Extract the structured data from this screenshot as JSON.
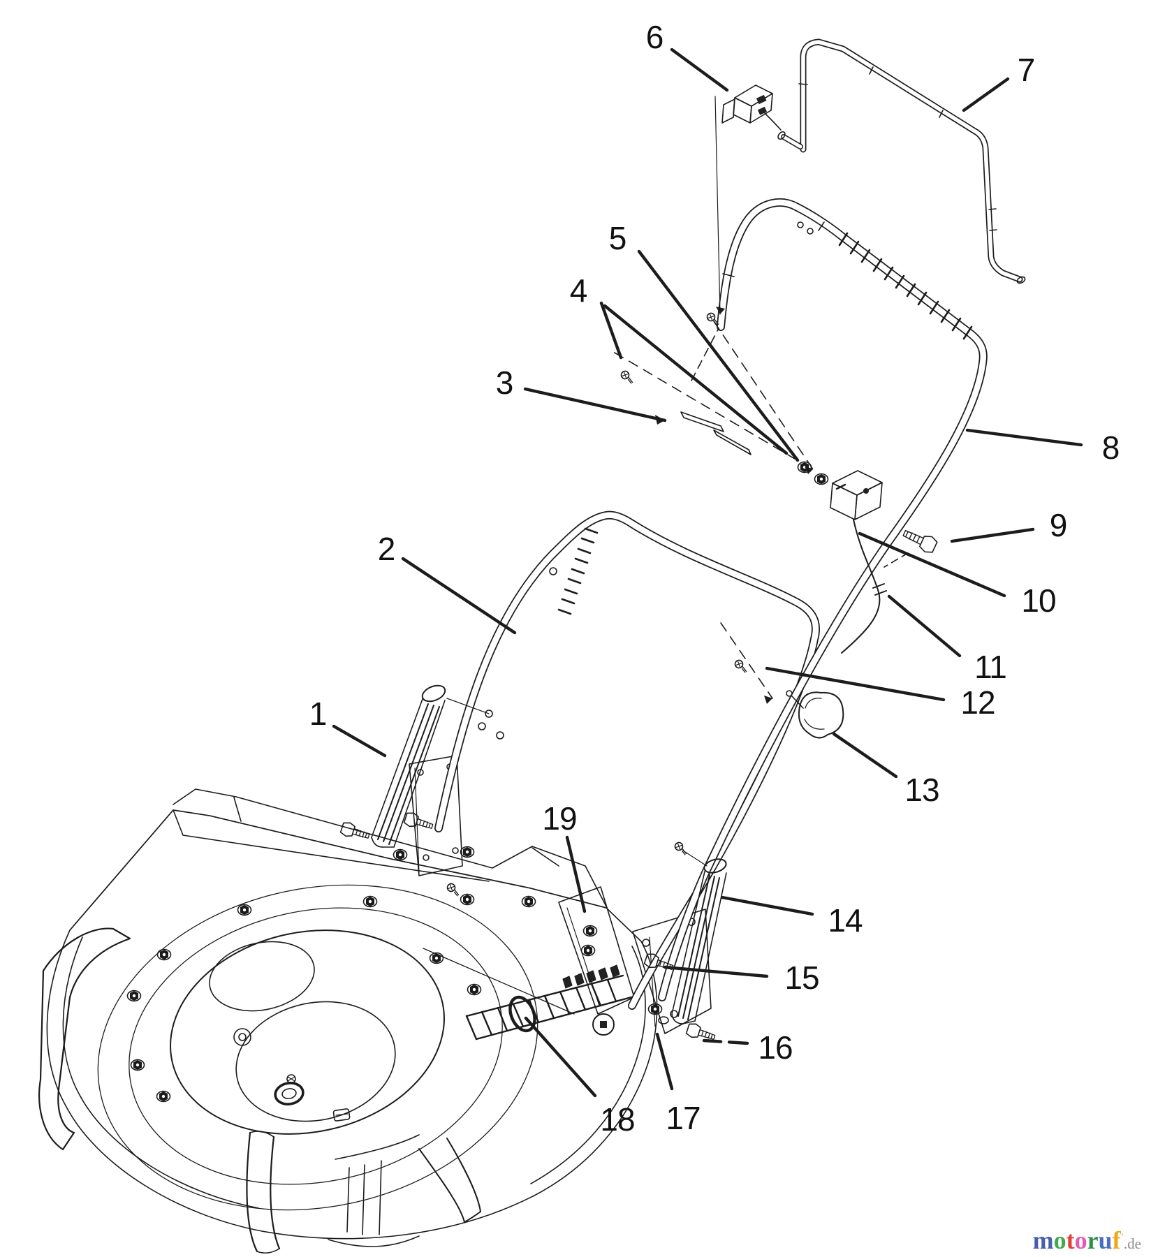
{
  "figure": {
    "type": "exploded-parts-diagram",
    "subject": "walk-behind mower handle assembly",
    "background_color": "#ffffff",
    "line_color": "#1c1c1c"
  },
  "callouts": [
    {
      "label": "1"
    },
    {
      "label": "2"
    },
    {
      "label": "3"
    },
    {
      "label": "4"
    },
    {
      "label": "5"
    },
    {
      "label": "6"
    },
    {
      "label": "7"
    },
    {
      "label": "8"
    },
    {
      "label": "9"
    },
    {
      "label": "10"
    },
    {
      "label": "11"
    },
    {
      "label": "12"
    },
    {
      "label": "13"
    },
    {
      "label": "14"
    },
    {
      "label": "15"
    },
    {
      "label": "16"
    },
    {
      "label": "17"
    },
    {
      "label": "18"
    },
    {
      "label": "19"
    }
  ],
  "logo": {
    "letters": [
      "m",
      "o",
      "t",
      "o",
      "r",
      "u",
      "f"
    ],
    "colors": [
      "#4a5db0",
      "#3faa4e",
      "#e04038",
      "#e35ab0",
      "#2e8f4a",
      "#4a6ec2",
      "#f0a818"
    ],
    "mark": "’",
    "suffix": ".de",
    "suffix_color": "#8a8a8a"
  }
}
